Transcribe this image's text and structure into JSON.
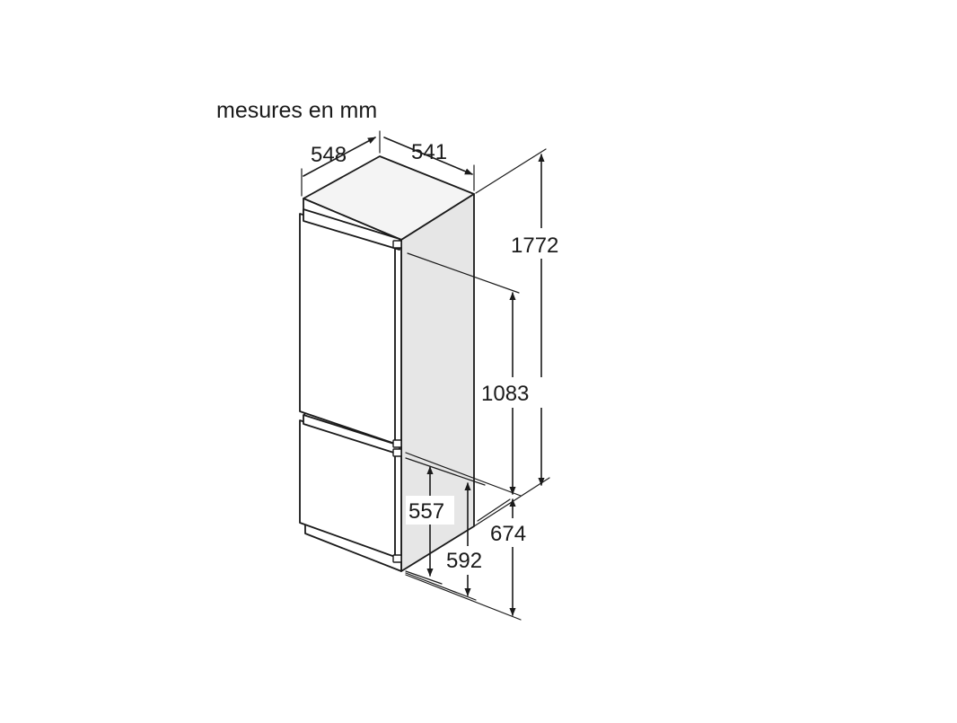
{
  "diagram": {
    "units_label": "mesures en mm",
    "dimensions": {
      "depth_left": "548",
      "width_top": "541",
      "total_height": "1772",
      "upper_section_height": "1083",
      "lower_door_height": "557",
      "lower_height_a": "592",
      "lower_height_b": "674"
    },
    "colors": {
      "line": "#1a1a1a",
      "cabinet_top": "#f4f4f4",
      "cabinet_side": "#e6e6e6",
      "door": "#ffffff",
      "background": "#ffffff"
    }
  }
}
